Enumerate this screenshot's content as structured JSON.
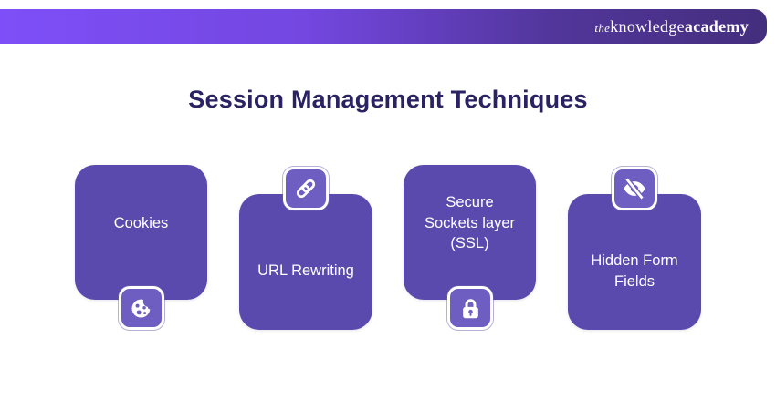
{
  "header": {
    "logo_the": "the",
    "logo_knowledge": "knowledge",
    "logo_academy": "academy"
  },
  "title": "Session Management Techniques",
  "cards": [
    {
      "label": "Cookies",
      "icon": "cookie-icon",
      "badge_position": "bottom"
    },
    {
      "label": "URL Rewriting",
      "icon": "link-icon",
      "badge_position": "top"
    },
    {
      "label": "Secure\nSockets layer\n(SSL)",
      "icon": "lock-icon",
      "badge_position": "bottom"
    },
    {
      "label": "Hidden Form\nFields",
      "icon": "eye-slash-icon",
      "badge_position": "top"
    }
  ],
  "colors": {
    "header_gradient_start": "#7e4ff8",
    "header_gradient_end": "#442e7d",
    "card_background": "#5b4aad",
    "badge_background": "#6f5ec1",
    "badge_border": "#ffffff",
    "title_text": "#2a2262",
    "card_text": "#ffffff"
  }
}
